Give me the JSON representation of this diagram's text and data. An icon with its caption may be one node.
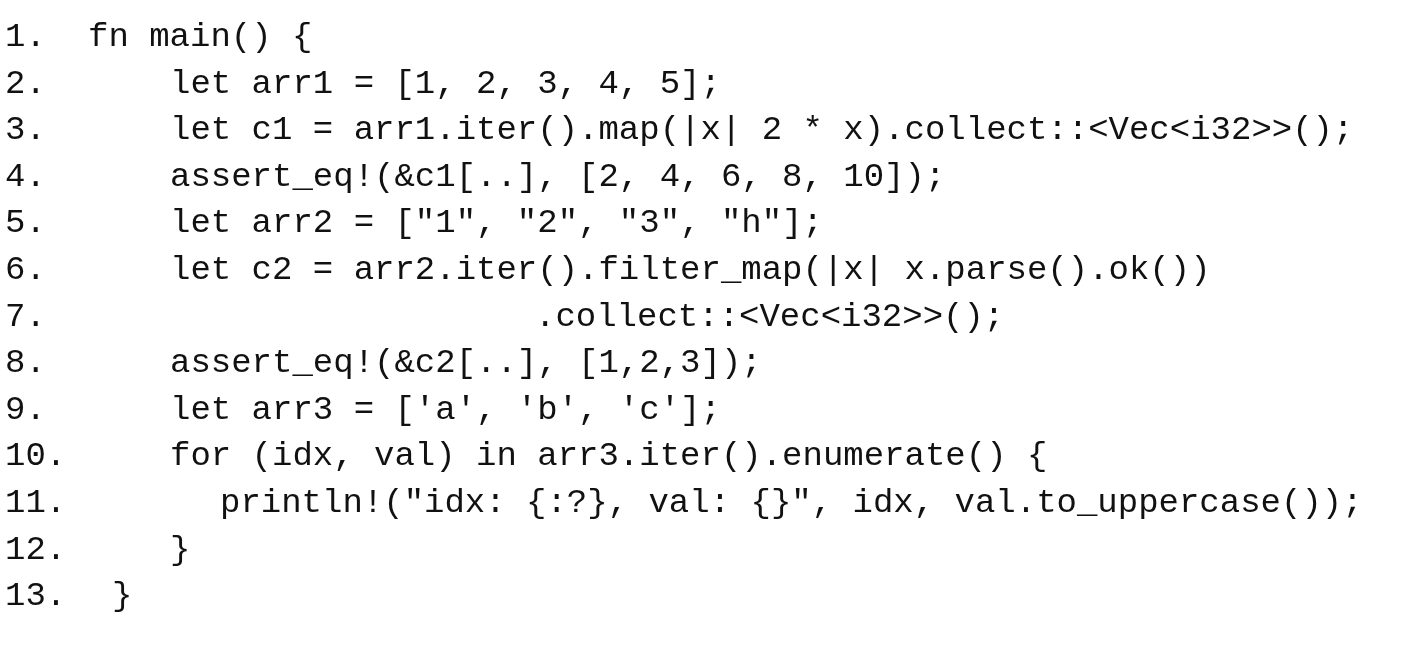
{
  "diagram": {
    "labels": [
      "1.",
      "fn main() {",
      "2.",
      "let arr1 = [1, 2, 3, 4, 5];",
      "3.",
      "let c1 = arr1.iter().map(|x| 2 * x).collect::<Vec<i32>>();",
      "4.",
      "assert_eq!(&c1[..], [2, 4, 6, 8, 10]);",
      "5.",
      "let arr2 = [\"1\", \"2\", \"3\", \"h\"];",
      "6.",
      "let c2 = arr2.iter().filter_map(|x| x.parse().ok())",
      "7.",
      ".collect::<Vec<i32>>();",
      "8.",
      "assert_eq!(&c2[..], [1,2,3]);",
      "9.",
      "let arr3 = ['a', 'b', 'c'];",
      "10.",
      "for (idx, val) in arr3.iter().enumerate() {",
      "11.",
      "println!(\"idx: {:?}, val: {}\", idx, val.to_uppercase());",
      "12.",
      "}",
      "13.",
      "}"
    ]
  }
}
